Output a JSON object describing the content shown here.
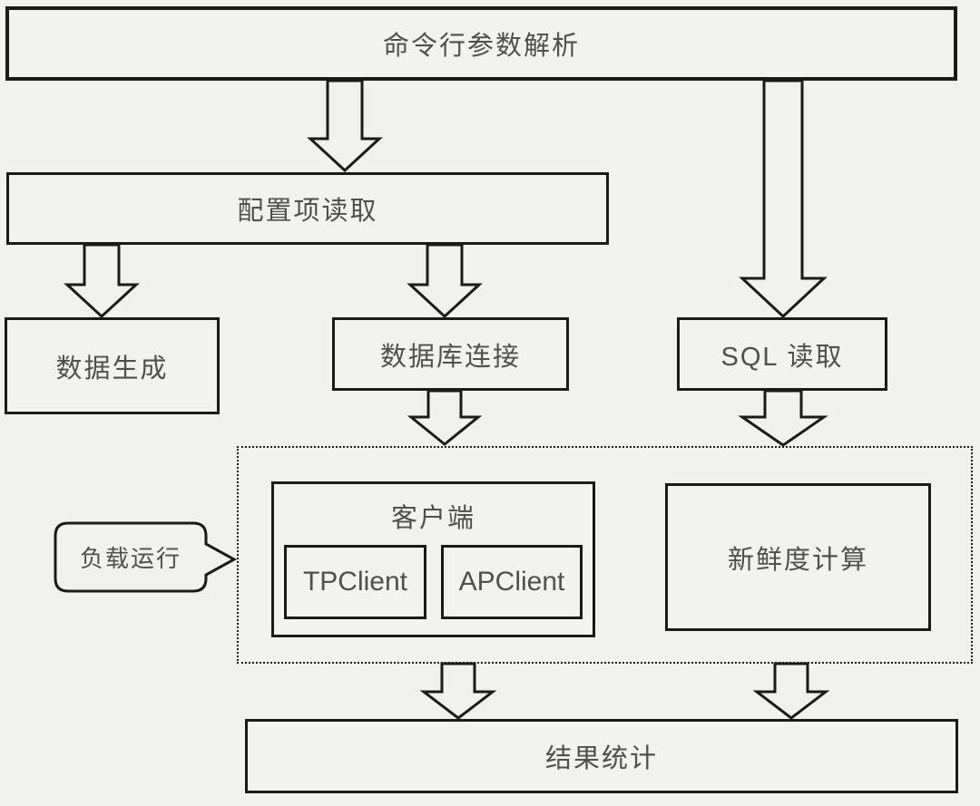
{
  "diagram": {
    "title": "load-run flow diagram",
    "nodes": {
      "cmdline": {
        "label": "命令行参数解析"
      },
      "config": {
        "label": "配置项读取"
      },
      "datagen": {
        "label": "数据生成"
      },
      "dbconn": {
        "label": "数据库连接"
      },
      "sqlread": {
        "label": "SQL 读取"
      },
      "client_group": {
        "label": "客户端"
      },
      "tpclient": {
        "label": "TPClient"
      },
      "apclient": {
        "label": "APClient"
      },
      "freshness": {
        "label": "新鲜度计算"
      },
      "result": {
        "label": "结果统计"
      },
      "callout": {
        "label": "负载运行"
      }
    },
    "edges": [
      {
        "from": "cmdline",
        "to": "config"
      },
      {
        "from": "cmdline",
        "to": "sqlread"
      },
      {
        "from": "config",
        "to": "datagen"
      },
      {
        "from": "config",
        "to": "dbconn"
      },
      {
        "from": "dbconn",
        "to": "load_run_group"
      },
      {
        "from": "sqlread",
        "to": "load_run_group"
      },
      {
        "from": "load_run_group",
        "to": "result"
      },
      {
        "from": "load_run_group",
        "to": "result"
      }
    ],
    "colors": {
      "background": "#f1f1ef",
      "border": "#1a1a1a",
      "text": "#4f4f4f"
    }
  }
}
